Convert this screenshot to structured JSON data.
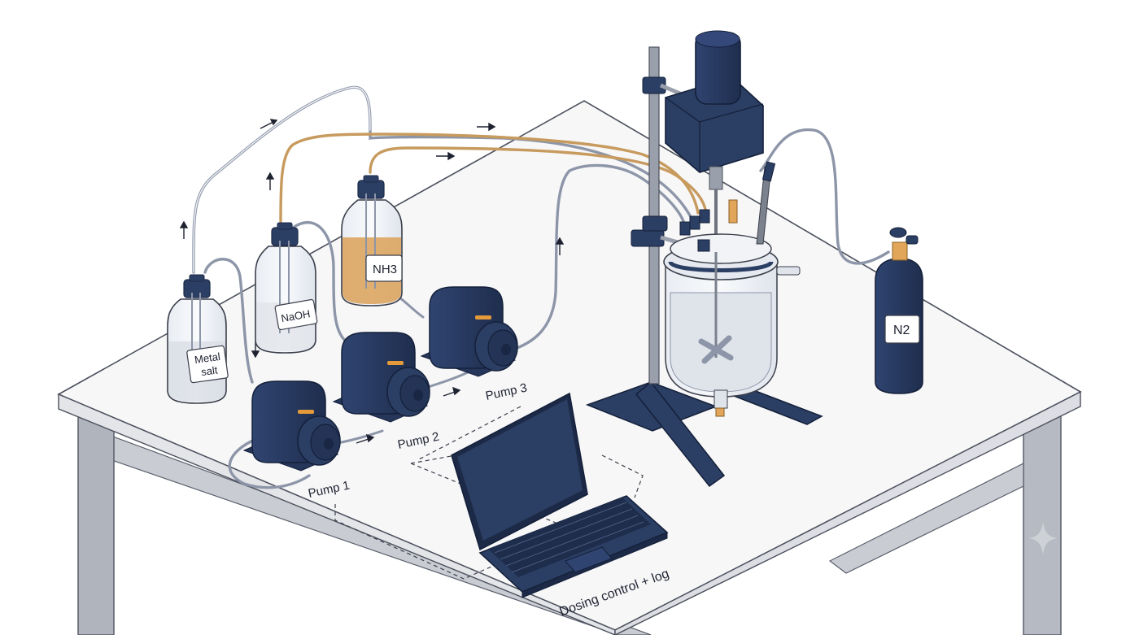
{
  "colors": {
    "navy": "#2b3e63",
    "navy_dark": "#1c2a47",
    "tube": "#8d96a8",
    "amber_tube": "#c79a5e",
    "ammonia_liquid": "#dca560",
    "table_top": "#f6f6f7",
    "leg": "#a7abb4"
  },
  "bottles": {
    "metal_salt": {
      "label_line1": "Metal",
      "label_line2": "salt"
    },
    "naoh": {
      "label": "NaOH"
    },
    "nh3": {
      "label": "NH3"
    }
  },
  "pumps": {
    "pump1": {
      "label": "Pump 1"
    },
    "pump2": {
      "label": "Pump 2"
    },
    "pump3": {
      "label": "Pump 3"
    }
  },
  "gas_cylinder": {
    "label": "N2"
  },
  "laptop": {
    "caption": "Dosing control + log"
  },
  "icons": [
    "flow-arrow-icon",
    "sparkle-icon"
  ]
}
